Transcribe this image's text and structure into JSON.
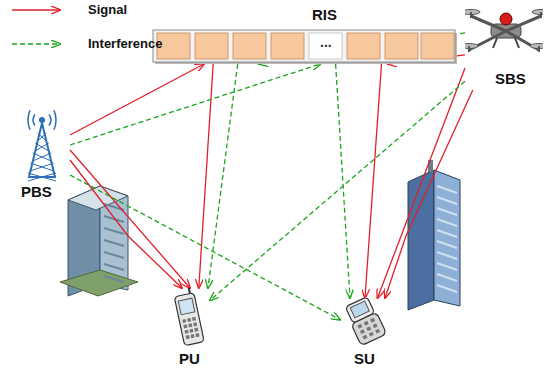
{
  "diagram": {
    "nodes": [
      {
        "text": [
          "RIS"
        ]
      },
      {
        "text": [
          "SBS"
        ]
      },
      {
        "text": [
          "PBS"
        ]
      },
      {
        "text": [
          "PU"
        ]
      },
      {
        "text": [
          "SU"
        ]
      }
    ],
    "edges": [
      {
        "from": 2,
        "to": 0,
        "arrow": "to"
      },
      {
        "from": 2,
        "to": 3,
        "arrow": "to"
      },
      {
        "from": 2,
        "to": 3,
        "arrow": "to"
      },
      {
        "from": 0,
        "to": 3,
        "arrow": "to"
      },
      {
        "from": 1,
        "to": 0,
        "arrow": "to"
      },
      {
        "from": 0,
        "to": 4,
        "arrow": "to"
      },
      {
        "from": 1,
        "to": 4,
        "arrow": "to"
      },
      {
        "from": 1,
        "to": 4,
        "arrow": "to"
      },
      {
        "from": 1,
        "to": 0,
        "arrow": "to"
      },
      {
        "from": 0,
        "to": 3,
        "arrow": "to"
      },
      {
        "from": 2,
        "to": 0,
        "arrow": "to"
      },
      {
        "from": 0,
        "to": 4,
        "arrow": "to"
      },
      {
        "from": 2,
        "to": 4,
        "arrow": "to"
      },
      {
        "from": 1,
        "to": 3,
        "arrow": "to"
      }
    ],
    "labels": [
      "..."
    ],
    "legend": [
      {
        "text": "Signal"
      },
      {
        "text": "Interference"
      }
    ]
  }
}
